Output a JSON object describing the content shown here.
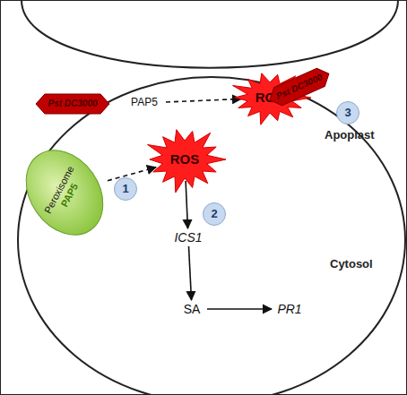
{
  "diagram": {
    "nodes": [
      {
        "text": [
          "Pst DC3000"
        ]
      },
      {
        "text": [
          "PAP5"
        ]
      },
      {
        "text": [
          "ROS"
        ]
      },
      {
        "text": [
          "Pst DC3000"
        ]
      },
      {
        "text": [
          "3"
        ]
      },
      {
        "text": [
          "Peroxisome",
          "PAP5"
        ]
      },
      {
        "text": [
          "1"
        ]
      },
      {
        "text": [
          "ROS"
        ]
      },
      {
        "text": [
          "2"
        ]
      },
      {
        "text": [
          "ICS1"
        ]
      },
      {
        "text": [
          "SA"
        ]
      },
      {
        "text": [
          "PR1"
        ]
      }
    ],
    "edges": [
      {
        "from": 5,
        "to": 7,
        "arrow": "to"
      },
      {
        "from": 1,
        "to": 2,
        "arrow": "to"
      },
      {
        "from": 7,
        "to": 9,
        "arrow": "to"
      },
      {
        "from": 9,
        "to": 10,
        "arrow": "to"
      },
      {
        "from": 10,
        "to": 11,
        "arrow": "to"
      }
    ],
    "labels": [
      "Apoplast",
      "Cytosol"
    ]
  }
}
